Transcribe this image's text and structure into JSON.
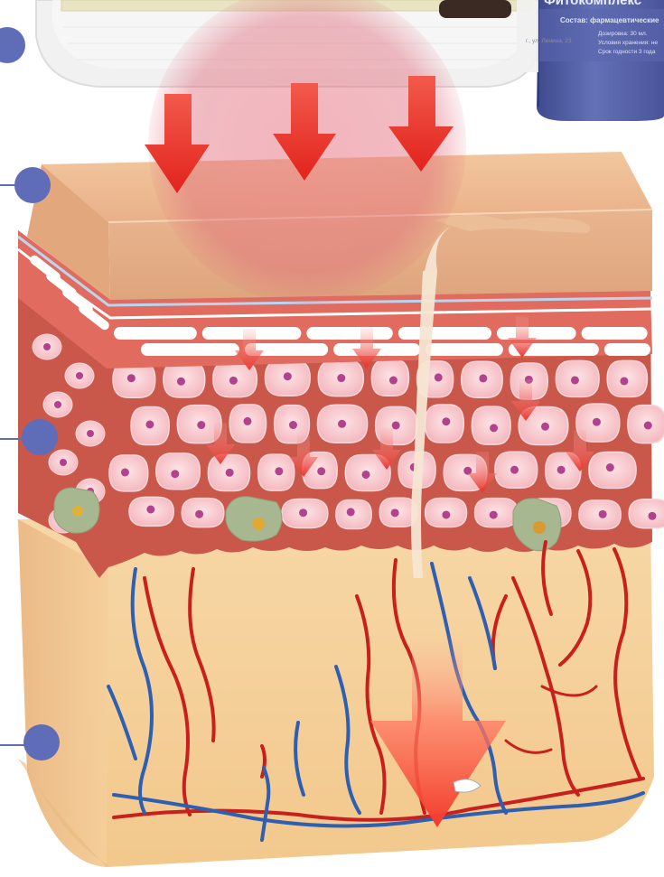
{
  "product": {
    "name": "Фитокомплекс",
    "composition": "Состав: фармацевтические",
    "dosage": "Дозировка: 30 мл.",
    "storage": "Условия хранения: не",
    "shelf_life": "Срок годности 3 года",
    "address": "г., ул. Ленина, 23"
  },
  "colors": {
    "marker": "#5f6cb8",
    "arrow": "#ee3028",
    "artery": "#c8201c",
    "vein": "#2e5fb0",
    "bottle": "#5661a8",
    "epidermis_cell": "#f6c2c8",
    "dermis": "#f6cf9a"
  },
  "markers": [
    {
      "name": "layer-marker-patch"
    },
    {
      "name": "layer-marker-surface"
    },
    {
      "name": "layer-marker-epidermis"
    },
    {
      "name": "layer-marker-dermis"
    }
  ]
}
